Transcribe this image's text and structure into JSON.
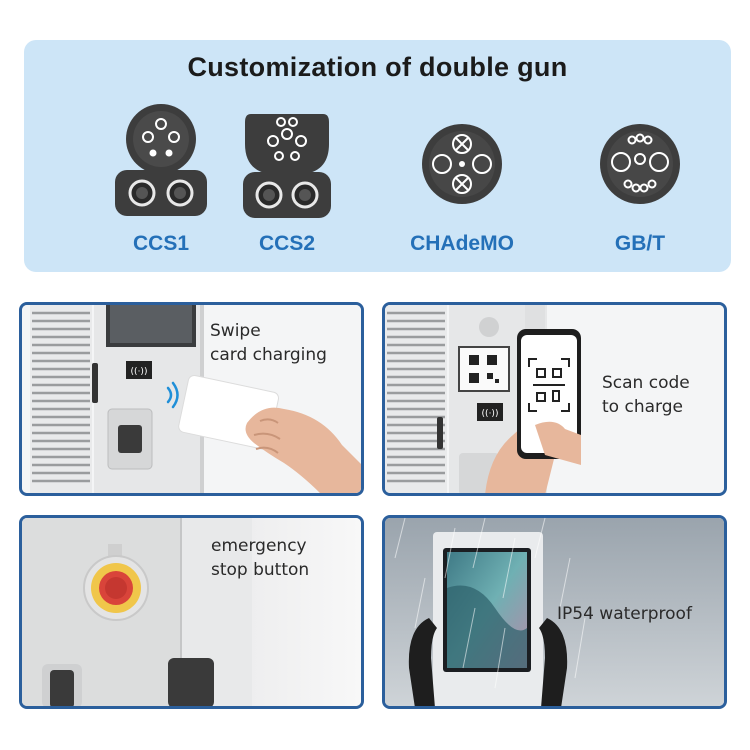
{
  "banner": {
    "title": "Customization of double gun",
    "connectors": [
      {
        "label": "CCS1",
        "icon": "ccs1-connector-icon"
      },
      {
        "label": "CCS2",
        "icon": "ccs2-connector-icon"
      },
      {
        "label": "CHAdeMO",
        "icon": "chademo-connector-icon"
      },
      {
        "label": "GB/T",
        "icon": "gbt-connector-icon"
      }
    ]
  },
  "features": {
    "swipe": {
      "line1": "Swipe",
      "line2": "card charging"
    },
    "scan": {
      "line1": "Scan code",
      "line2": "to charge"
    },
    "emergency": {
      "line1": "emergency",
      "line2": "stop button"
    },
    "waterproof": {
      "line1": "IP54 waterproof"
    }
  },
  "colors": {
    "banner_bg": "#cde5f7",
    "accent_blue": "#2470b8",
    "card_border": "#2b5f9c",
    "connector_dark": "#3d3d3d"
  }
}
